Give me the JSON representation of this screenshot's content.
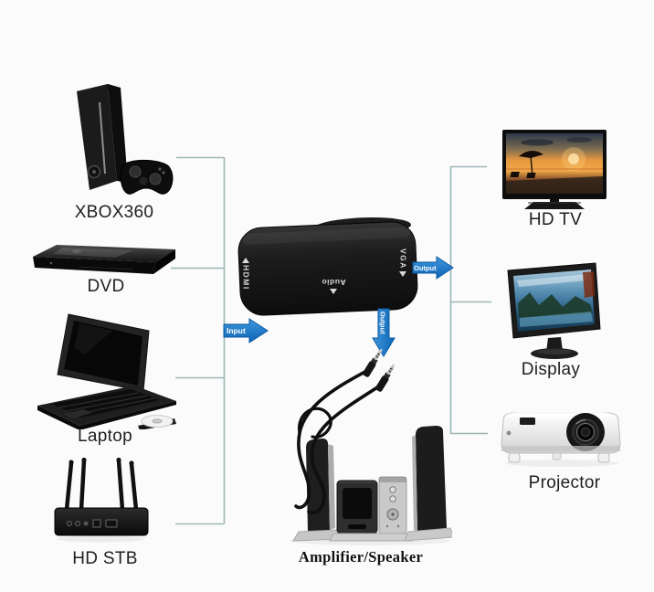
{
  "colors": {
    "background": "#fbfbfb",
    "connector_line": "#9cb6b6",
    "arrow_blue": "#1478c8",
    "arrow_blue_dark": "#0a58a0",
    "device_black": "#161616",
    "label_text": "#1f1f1f"
  },
  "converter": {
    "ports": {
      "hdmi": "HDMI",
      "vga": "VGA",
      "audio": "Audio"
    }
  },
  "arrows": {
    "input": "Input",
    "output_vga": "Output",
    "output_audio": "Output"
  },
  "sources": [
    {
      "id": "xbox360",
      "label": "XBOX360"
    },
    {
      "id": "dvd-player",
      "label": "DVD"
    },
    {
      "id": "laptop",
      "label": "Laptop"
    },
    {
      "id": "hd-stb",
      "label": "HD STB"
    }
  ],
  "outputs": [
    {
      "id": "hd-tv",
      "label": "HD TV"
    },
    {
      "id": "display-monitor",
      "label": "Display"
    },
    {
      "id": "projector",
      "label": "Projector"
    },
    {
      "id": "amplifier-speaker",
      "label": "Amplifier/Speaker"
    }
  ]
}
